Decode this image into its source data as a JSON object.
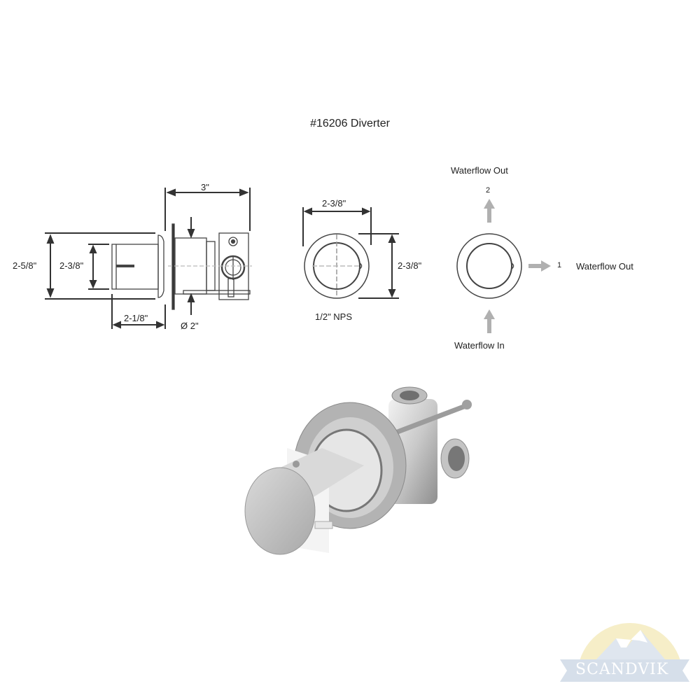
{
  "title": "#16206 Diverter",
  "side_view": {
    "dim_overall_length": "3\"",
    "dim_outer_height": "2-5/8\"",
    "dim_handle_height": "2-3/8\"",
    "dim_handle_length": "2-1/8\"",
    "dim_diameter": "Ø 2\""
  },
  "front_view": {
    "dim_width": "2-3/8\"",
    "dim_height": "2-3/8\"",
    "connection": "1/2\" NPS"
  },
  "flow_view": {
    "outlet_2_number": "2",
    "outlet_2_label": "Waterflow Out",
    "outlet_1_number": "1",
    "outlet_1_label": "Waterflow Out",
    "inlet_label": "Waterflow In",
    "arrow_color": "#b0b0b0"
  },
  "product_photo": {
    "description": "chrome diverter valve with round handle"
  },
  "logo": {
    "text": "SCANDVIK",
    "sun_color": "#f6eec8",
    "mountain_color": "#dfe6ef",
    "ribbon_color": "#d6dfea"
  }
}
